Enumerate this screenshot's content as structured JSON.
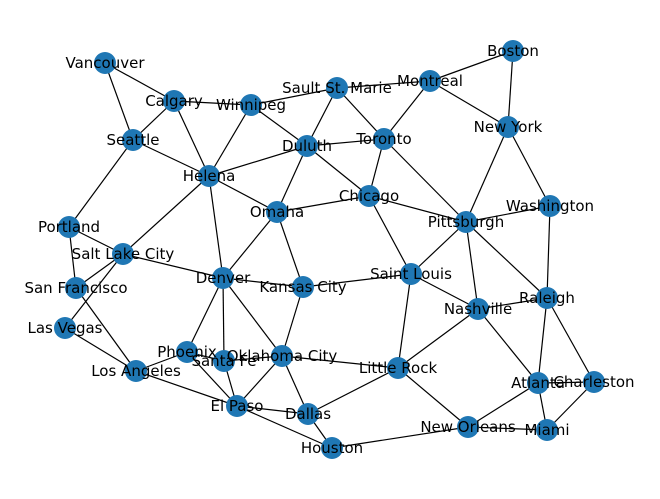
{
  "graph": {
    "node_color": "#1f77b4",
    "edge_color": "#000000",
    "nodes": [
      "Vancouver",
      "Calgary",
      "Winnipeg",
      "Sault St. Marie",
      "Montreal",
      "Boston",
      "Seattle",
      "Helena",
      "Duluth",
      "Toronto",
      "New York",
      "Portland",
      "Salt Lake City",
      "Omaha",
      "Chicago",
      "Pittsburgh",
      "Washington",
      "San Francisco",
      "Denver",
      "Kansas City",
      "Saint Louis",
      "Nashville",
      "Raleigh",
      "Las Vegas",
      "Phoenix",
      "Santa Fe",
      "Oklahoma City",
      "Los Angeles",
      "Little Rock",
      "Atlanta",
      "Charleston",
      "El Paso",
      "Dallas",
      "New Orleans",
      "Miami",
      "Houston"
    ],
    "edges": [
      [
        "Vancouver",
        "Calgary"
      ],
      [
        "Vancouver",
        "Seattle"
      ],
      [
        "Calgary",
        "Seattle"
      ],
      [
        "Calgary",
        "Winnipeg"
      ],
      [
        "Calgary",
        "Helena"
      ],
      [
        "Winnipeg",
        "Helena"
      ],
      [
        "Winnipeg",
        "Duluth"
      ],
      [
        "Winnipeg",
        "Sault St. Marie"
      ],
      [
        "Sault St. Marie",
        "Duluth"
      ],
      [
        "Sault St. Marie",
        "Toronto"
      ],
      [
        "Sault St. Marie",
        "Montreal"
      ],
      [
        "Montreal",
        "Boston"
      ],
      [
        "Montreal",
        "Toronto"
      ],
      [
        "Montreal",
        "New York"
      ],
      [
        "Boston",
        "New York"
      ],
      [
        "Seattle",
        "Helena"
      ],
      [
        "Seattle",
        "Portland"
      ],
      [
        "Helena",
        "Duluth"
      ],
      [
        "Helena",
        "Omaha"
      ],
      [
        "Helena",
        "Denver"
      ],
      [
        "Helena",
        "Salt Lake City"
      ],
      [
        "Duluth",
        "Toronto"
      ],
      [
        "Duluth",
        "Omaha"
      ],
      [
        "Duluth",
        "Chicago"
      ],
      [
        "Toronto",
        "Chicago"
      ],
      [
        "Toronto",
        "Pittsburgh"
      ],
      [
        "New York",
        "Pittsburgh"
      ],
      [
        "New York",
        "Washington"
      ],
      [
        "Portland",
        "Salt Lake City"
      ],
      [
        "Portland",
        "San Francisco"
      ],
      [
        "Salt Lake City",
        "San Francisco"
      ],
      [
        "Salt Lake City",
        "Denver"
      ],
      [
        "Salt Lake City",
        "Las Vegas"
      ],
      [
        "Omaha",
        "Chicago"
      ],
      [
        "Omaha",
        "Kansas City"
      ],
      [
        "Omaha",
        "Denver"
      ],
      [
        "Chicago",
        "Pittsburgh"
      ],
      [
        "Chicago",
        "Saint Louis"
      ],
      [
        "Pittsburgh",
        "Washington"
      ],
      [
        "Pittsburgh",
        "Saint Louis"
      ],
      [
        "Pittsburgh",
        "Nashville"
      ],
      [
        "Pittsburgh",
        "Raleigh"
      ],
      [
        "Washington",
        "Raleigh"
      ],
      [
        "San Francisco",
        "Los Angeles"
      ],
      [
        "Denver",
        "Kansas City"
      ],
      [
        "Denver",
        "Phoenix"
      ],
      [
        "Denver",
        "Santa Fe"
      ],
      [
        "Denver",
        "Oklahoma City"
      ],
      [
        "Kansas City",
        "Saint Louis"
      ],
      [
        "Kansas City",
        "Oklahoma City"
      ],
      [
        "Saint Louis",
        "Nashville"
      ],
      [
        "Saint Louis",
        "Little Rock"
      ],
      [
        "Nashville",
        "Raleigh"
      ],
      [
        "Nashville",
        "Little Rock"
      ],
      [
        "Nashville",
        "Atlanta"
      ],
      [
        "Raleigh",
        "Atlanta"
      ],
      [
        "Raleigh",
        "Charleston"
      ],
      [
        "Las Vegas",
        "Los Angeles"
      ],
      [
        "Phoenix",
        "Los Angeles"
      ],
      [
        "Phoenix",
        "Santa Fe"
      ],
      [
        "Phoenix",
        "El Paso"
      ],
      [
        "Santa Fe",
        "El Paso"
      ],
      [
        "Santa Fe",
        "Oklahoma City"
      ],
      [
        "Oklahoma City",
        "Little Rock"
      ],
      [
        "Oklahoma City",
        "Dallas"
      ],
      [
        "Oklahoma City",
        "El Paso"
      ],
      [
        "Los Angeles",
        "El Paso"
      ],
      [
        "Little Rock",
        "Dallas"
      ],
      [
        "Little Rock",
        "New Orleans"
      ],
      [
        "Atlanta",
        "Charleston"
      ],
      [
        "Atlanta",
        "New Orleans"
      ],
      [
        "Atlanta",
        "Miami"
      ],
      [
        "Charleston",
        "Miami"
      ],
      [
        "El Paso",
        "Dallas"
      ],
      [
        "El Paso",
        "Houston"
      ],
      [
        "Dallas",
        "Houston"
      ],
      [
        "New Orleans",
        "Miami"
      ],
      [
        "New Orleans",
        "Houston"
      ]
    ]
  }
}
